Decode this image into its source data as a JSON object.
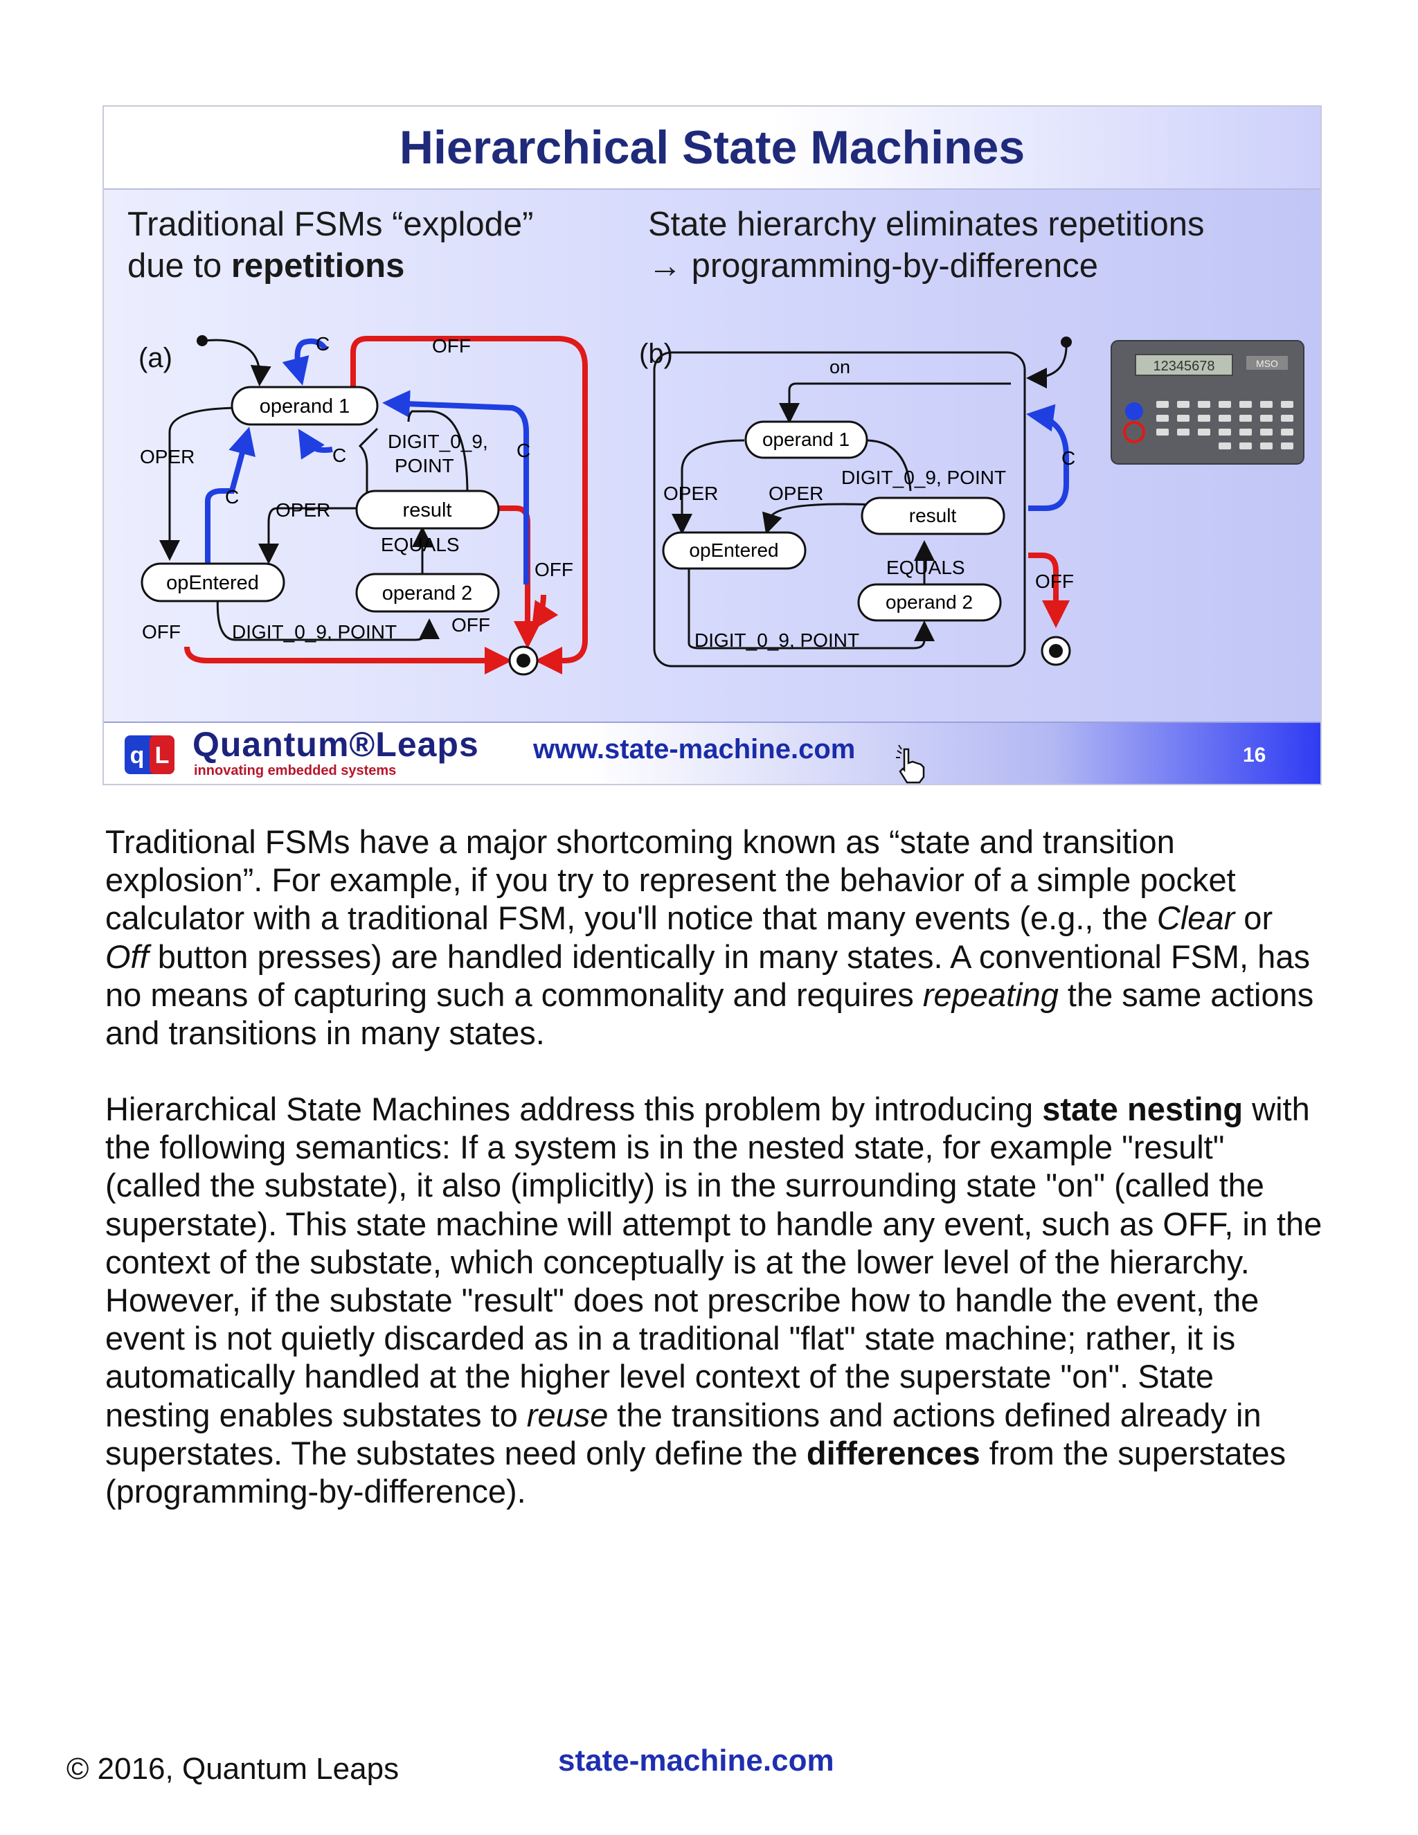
{
  "slide": {
    "title": "Hierarchical State Machines",
    "left_heading": {
      "line1": "Traditional FSMs “explode”",
      "line2_plain": "due to ",
      "line2_bold": "repetitions"
    },
    "right_heading": {
      "line1": "State hierarchy eliminates repetitions",
      "line2": "→ programming-by-difference"
    },
    "diagram_a": {
      "label": "(a)",
      "states": {
        "operand1": "operand 1",
        "result": "result",
        "operand2": "operand 2",
        "opEntered": "opEntered"
      },
      "events": {
        "c": "C",
        "off": "OFF",
        "oper": "OPER",
        "digit": "DIGIT_0_9,",
        "point": "POINT",
        "equals": "EQUALS",
        "digit_point": "DIGIT_0_9, POINT"
      }
    },
    "diagram_b": {
      "label": "(b)",
      "superstate": "on",
      "states": {
        "operand1": "operand 1",
        "result": "result",
        "operand2": "operand 2",
        "opEntered": "opEntered"
      },
      "events": {
        "c": "C",
        "off": "OFF",
        "oper": "OPER",
        "digit_point": "DIGIT_0_9, POINT",
        "equals": "EQUALS"
      }
    },
    "calculator": {
      "display": "12345678",
      "brand": "MSO"
    },
    "footer": {
      "logo_text": "Quantum®Leaps",
      "logo_tagline": "innovating embedded systems",
      "url": "www.state-machine.com",
      "slide_number": "16"
    },
    "colors": {
      "title": "#1f2a7a",
      "red": "#e01919",
      "blue": "#1f3fe0"
    }
  },
  "para1": {
    "t1": "Traditional FSMs have a major shortcoming known as “state and transition explosion”. For example, if you try to represent the behavior of a simple pocket calculator with a traditional FSM, you'll notice that many events (e.g., the ",
    "clear": "Clear",
    "t2": " or ",
    "off": "Off",
    "t3": " button presses) are handled identically in many states. A conventional FSM, has no means of capturing such a commonality and requires ",
    "repeating": "repeating",
    "t4": " the same actions and transitions in many states."
  },
  "para2": {
    "t1": "Hierarchical State Machines address this problem by introducing ",
    "state_nesting": "state nesting",
    "t2": " with the following semantics: If a system is in the nested state, for example \"result\" (called the substate), it also (implicitly) is in the surrounding state \"on\" (called the superstate). This state machine will attempt to handle any event, such as OFF, in the context of the substate, which conceptually is at the lower level of the hierarchy. However, if the substate \"result\" does not prescribe how to handle the event, the event is not quietly discarded as in a traditional \"flat\" state machine; rather, it is automatically handled at the higher level context of the superstate \"on\". State nesting enables substates to ",
    "reuse": "reuse",
    "t3": " the transitions and actions defined already in superstates. The substates need only define the ",
    "differences": "differences",
    "t4": " from the superstates (programming-by-difference)."
  },
  "page_footer": {
    "copyright": "© 2016, Quantum Leaps",
    "url": "state-machine.com"
  }
}
